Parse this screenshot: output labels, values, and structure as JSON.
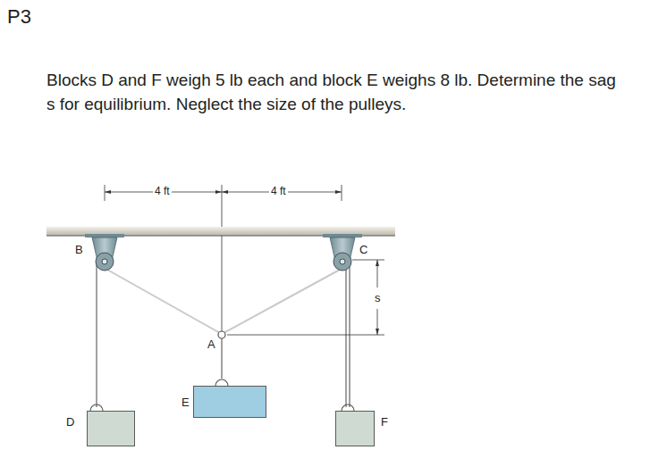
{
  "diagram": {
    "title": "P3",
    "nodes": [
      {
        "text": [
          "D"
        ]
      },
      {
        "text": [
          "E"
        ]
      },
      {
        "text": [
          "F"
        ]
      }
    ],
    "labels": [
      "Blocks D and F weigh 5 lb each and block E weighs 8 lb. Determine the sag s for equilibrium. Neglect the size of the pulleys.",
      "4 ft",
      "4 ft",
      "B",
      "C",
      "A",
      "s"
    ]
  }
}
